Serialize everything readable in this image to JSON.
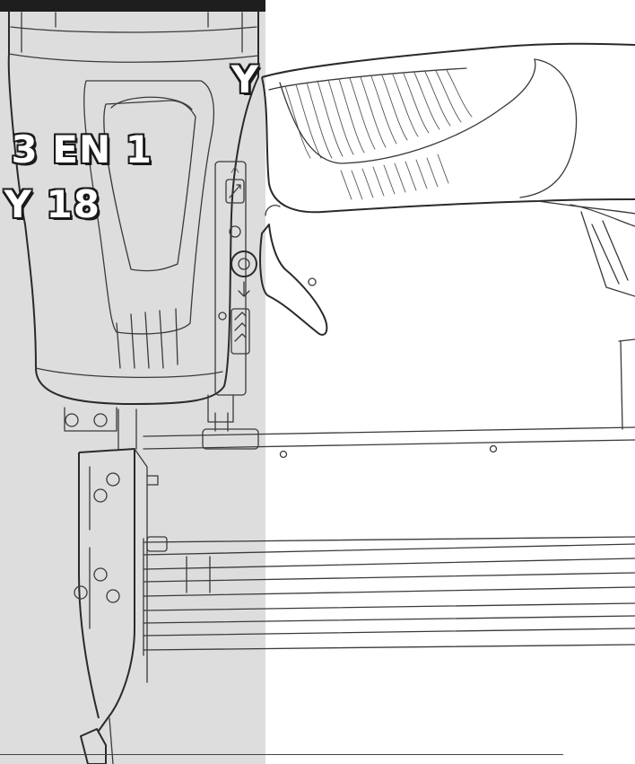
{
  "heading": {
    "lines": [
      "Y",
      "3 EN 1",
      "Y 18"
    ]
  },
  "colors": {
    "panel_grey": "#dddddd",
    "top_bar": "#1e1e1e",
    "line_art": "#3a3a3a",
    "title_fill": "#ffffff",
    "title_outline": "#1a1a1a"
  },
  "illustration": {
    "subject": "pneumatic-brad-nailer",
    "icons": [
      "mode-selector-icon",
      "depth-adjust-icon",
      "exhaust-icon"
    ]
  }
}
